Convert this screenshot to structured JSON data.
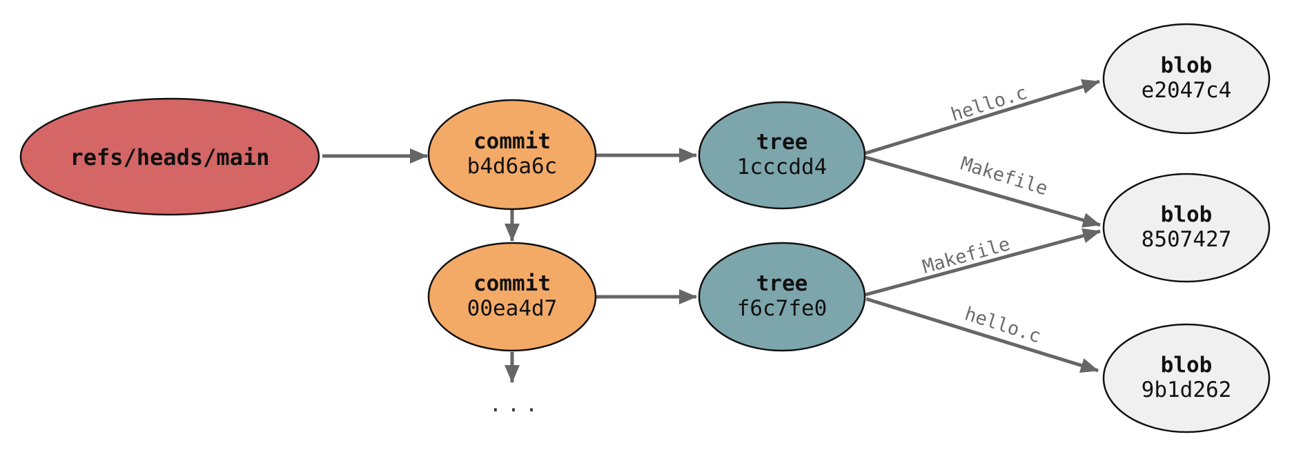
{
  "diagram": {
    "kind": "git-object-graph"
  },
  "nodes": {
    "ref": {
      "label": "refs/heads/main"
    },
    "commit1": {
      "type": "commit",
      "hash": "b4d6a6c"
    },
    "commit2": {
      "type": "commit",
      "hash": "00ea4d7"
    },
    "tree1": {
      "type": "tree",
      "hash": "1cccdd4"
    },
    "tree2": {
      "type": "tree",
      "hash": "f6c7fe0"
    },
    "blob1": {
      "type": "blob",
      "hash": "e2047c4"
    },
    "blob2": {
      "type": "blob",
      "hash": "8507427"
    },
    "blob3": {
      "type": "blob",
      "hash": "9b1d262"
    }
  },
  "edges": {
    "tree1_to_blob1": {
      "label": "hello.c"
    },
    "tree1_to_blob2": {
      "label": "Makefile"
    },
    "tree2_to_blob2": {
      "label": "Makefile"
    },
    "tree2_to_blob3": {
      "label": "hello.c"
    },
    "continuation": {
      "label": "..."
    }
  },
  "colors": {
    "background": "#FFFFFF",
    "ref_fill": "#D56666",
    "commit_fill": "#F3AA67",
    "tree_fill": "#7DA6AC",
    "blob_fill": "#F0F0F0",
    "node_border": "#111111",
    "edge": "#666666",
    "edge_label": "#6B6B6B"
  }
}
